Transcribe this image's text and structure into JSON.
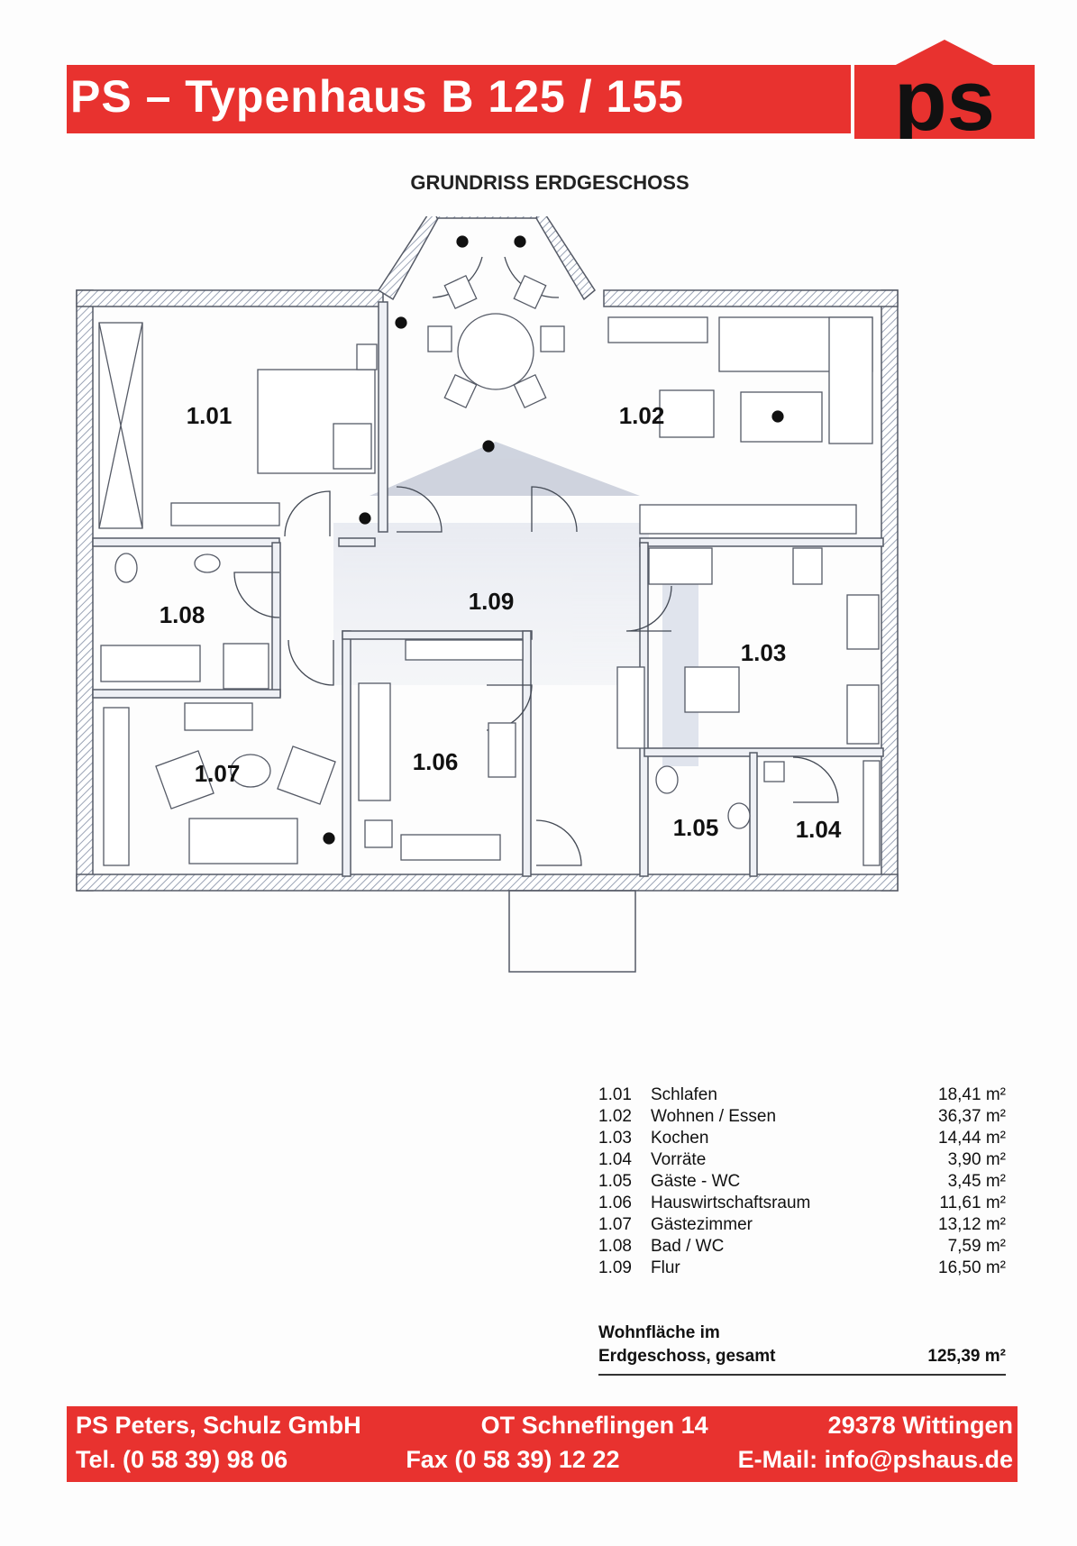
{
  "header": {
    "title": "PS – Typenhaus  B 125 / 155",
    "logo_text": "ps",
    "accent_color": "#e8322f"
  },
  "subtitle": "GRUNDRISS ERDGESCHOSS",
  "plan": {
    "rooms": [
      {
        "id": "1.01",
        "label": "1.01"
      },
      {
        "id": "1.02",
        "label": "1.02"
      },
      {
        "id": "1.03",
        "label": "1.03"
      },
      {
        "id": "1.04",
        "label": "1.04"
      },
      {
        "id": "1.05",
        "label": "1.05"
      },
      {
        "id": "1.06",
        "label": "1.06"
      },
      {
        "id": "1.07",
        "label": "1.07"
      },
      {
        "id": "1.08",
        "label": "1.08"
      },
      {
        "id": "1.09",
        "label": "1.09"
      }
    ]
  },
  "areas": [
    {
      "num": "1.01",
      "name": "Schlafen",
      "value": "18,41 m²"
    },
    {
      "num": "1.02",
      "name": "Wohnen / Essen",
      "value": "36,37 m²"
    },
    {
      "num": "1.03",
      "name": "Kochen",
      "value": "14,44 m²"
    },
    {
      "num": "1.04",
      "name": "Vorräte",
      "value": "3,90 m²"
    },
    {
      "num": "1.05",
      "name": "Gäste - WC",
      "value": "3,45 m²"
    },
    {
      "num": "1.06",
      "name": "Hauswirtschaftsraum",
      "value": "11,61 m²"
    },
    {
      "num": "1.07",
      "name": "Gästezimmer",
      "value": "13,12 m²"
    },
    {
      "num": "1.08",
      "name": "Bad / WC",
      "value": "7,59 m²"
    },
    {
      "num": "1.09",
      "name": "Flur",
      "value": "16,50 m²"
    }
  ],
  "total": {
    "line1": "Wohnfläche im",
    "line2": "Erdgeschoss, gesamt",
    "value": "125,39 m²"
  },
  "footer": {
    "company": "PS Peters, Schulz GmbH",
    "street": "OT Schneflingen 14",
    "city": "29378 Wittingen",
    "phone": "Tel. (0 58 39) 98 06",
    "fax": "Fax (0 58 39) 12 22",
    "email": "E-Mail: info@pshaus.de"
  }
}
